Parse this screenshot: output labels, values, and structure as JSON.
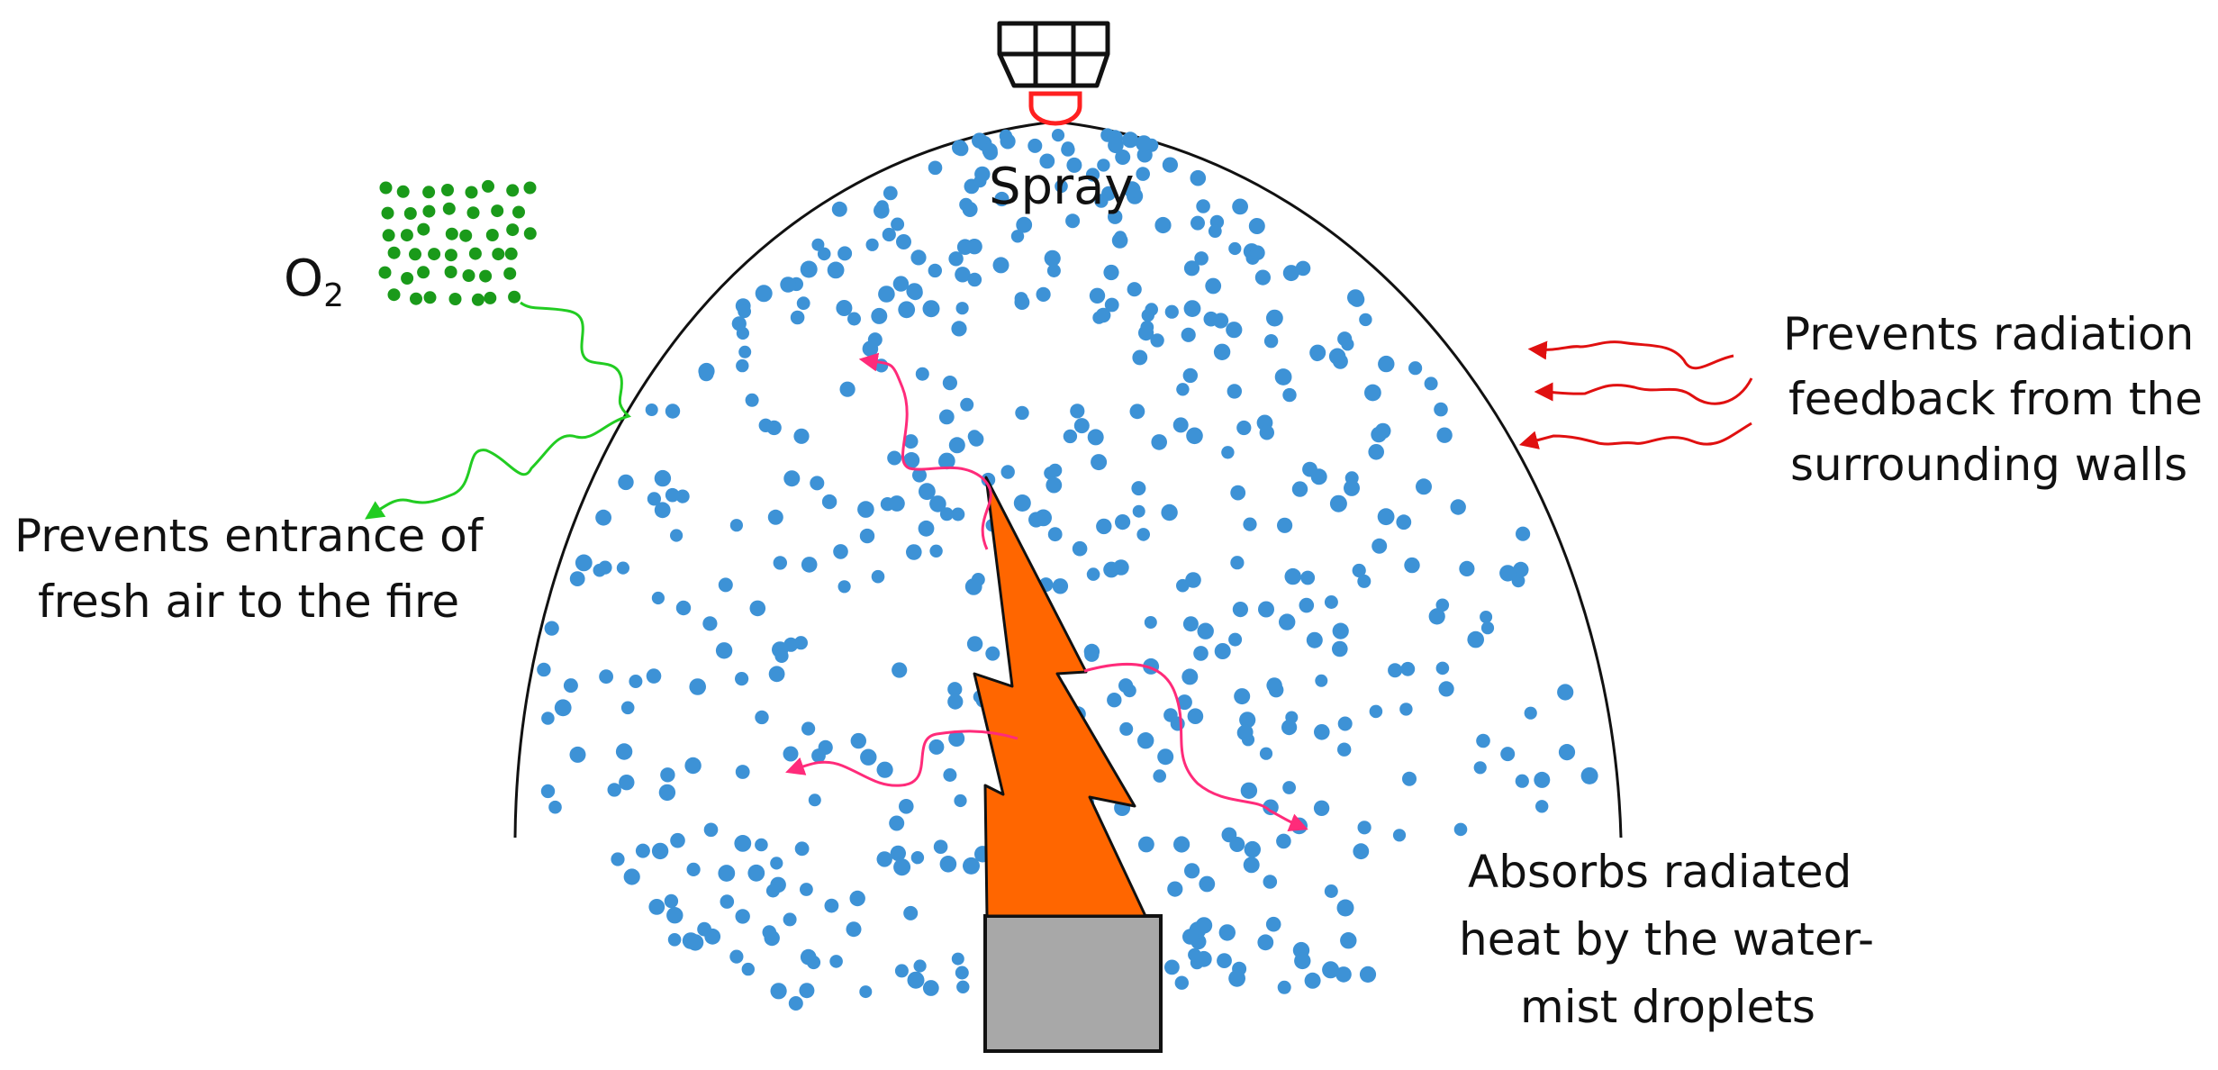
{
  "labels": {
    "spray": "Spray",
    "oxygen": "O",
    "oxygen_subscript": "2",
    "left_line1": "Prevents entrance of",
    "left_line2": "fresh air to the fire",
    "right_line1": "Prevents radiation",
    "right_line2": "feedback from the",
    "right_line3": "surrounding walls",
    "bottom_line1": "Absorbs radiated",
    "bottom_line2": "heat by the water-",
    "bottom_line3": "mist droplets"
  },
  "colors": {
    "droplet": "#3d92d6",
    "oxygen": "#1a9a1a",
    "oxygen_arrow": "#22cc22",
    "flame": "#ff6600",
    "heat_arrow": "#ff2b7a",
    "wall_radiation": "#e01010",
    "fuel_block": "#a8a8a8",
    "nozzle_tip": "#ff2020"
  },
  "icons": {
    "nozzle": "spray-nozzle-icon",
    "flame": "flame-icon",
    "fuel": "fuel-block-icon"
  }
}
